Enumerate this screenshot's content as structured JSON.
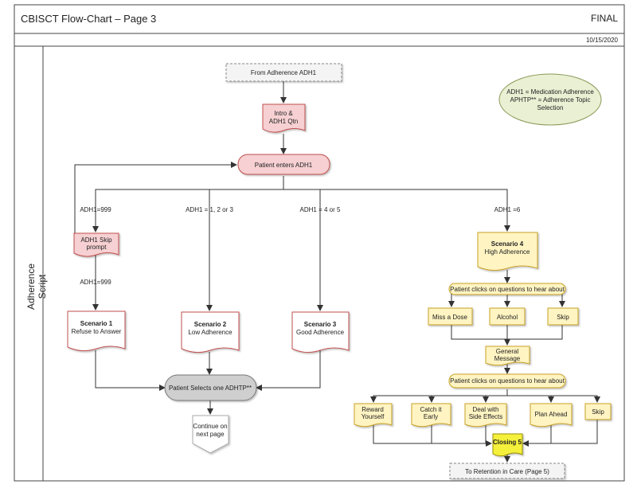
{
  "header": {
    "title": "CBISCT Flow-Chart – Page 3",
    "status": "FINAL",
    "date": "10/15/2020"
  },
  "lane": {
    "label": "Adherence Script"
  },
  "legend": {
    "line1": "ADH1 = Medication Adherence",
    "line2": "APHTP** = Adherence Topic",
    "line3": "Selection"
  },
  "nodes": {
    "start": "From Adherence ADH1",
    "intro_l1": "Intro &",
    "intro_l2": "ADH1 Qtn",
    "enters": "Patient enters ADH1",
    "skip_prompt_l1": "ADH1 Skip",
    "skip_prompt_l2": "prompt",
    "s1_title": "Scenario 1",
    "s1_sub": "Refuse to Answer",
    "s2_title": "Scenario 2",
    "s2_sub": "Low Adherence",
    "s3_title": "Scenario 3",
    "s3_sub": "Good Adherence",
    "s4_title": "Scenario 4",
    "s4_sub": "High Adherence",
    "selects": "Patient Selects one ADHTP**",
    "continue_l1": "Continue on",
    "continue_l2": "next page",
    "clicks1": "Patient clicks on questions to hear about",
    "miss_dose": "Miss a Dose",
    "alcohol": "Alcohol",
    "skip1": "Skip",
    "general_l1": "General",
    "general_l2": "Message",
    "clicks2": "Patient clicks on questions to hear about",
    "reward_l1": "Reward",
    "reward_l2": "Yourself",
    "catch_l1": "Catch it",
    "catch_l2": "Early",
    "deal_l1": "Deal with",
    "deal_l2": "Side Effects",
    "plan": "Plan Ahead",
    "skip2": "Skip",
    "closing": "Closing 5",
    "retention": "To Retention in Care (Page 5)"
  },
  "edges": {
    "adh999_a": "ADH1=999",
    "adh123": "ADH1 = 1, 2 or 3",
    "adh45": "ADH1 = 4 or 5",
    "adh6": "ADH1 =6",
    "adh999_b": "ADH1=999"
  },
  "colors": {
    "pink_fill": "#f6d0d2",
    "pink_stroke": "#c0504d",
    "yellow_fill": "#fff4c2",
    "yellow_stroke": "#c9a227",
    "closing_fill": "#f5f03a",
    "legend_fill": "#e9f0d3",
    "grey_fill": "#cfcfcf",
    "line": "#333333"
  }
}
